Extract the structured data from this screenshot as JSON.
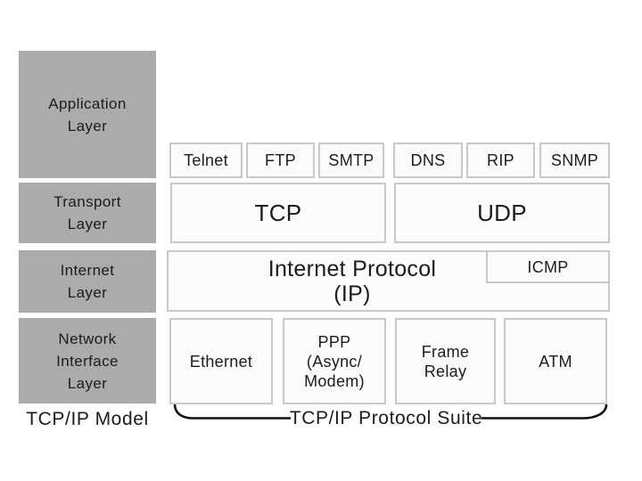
{
  "diagram": {
    "model": {
      "label": "TCP/IP Model",
      "layers": [
        {
          "name": "application",
          "label": "Application\nLayer"
        },
        {
          "name": "transport",
          "label": "Transport\nLayer"
        },
        {
          "name": "internet",
          "label": "Internet\nLayer"
        },
        {
          "name": "network-interface",
          "label": "Network\nInterface\nLayer"
        }
      ]
    },
    "suite": {
      "label": "TCP/IP Protocol Suite",
      "application_row": [
        "Telnet",
        "FTP",
        "SMTP",
        "DNS",
        "RIP",
        "SNMP"
      ],
      "transport_row": [
        "TCP",
        "UDP"
      ],
      "internet_row": {
        "ip": "Internet Protocol\n(IP)",
        "icmp": "ICMP"
      },
      "link_row": [
        "Ethernet",
        "PPP\n(Async/\nModem)",
        "Frame\nRelay",
        "ATM"
      ]
    },
    "colors": {
      "layer_box_fill": "#ababab",
      "protocol_box_fill": "#fbfbfb",
      "protocol_box_border": "#c9c9c9",
      "text": "#1c1c1c",
      "brace_stroke": "#111111"
    }
  }
}
